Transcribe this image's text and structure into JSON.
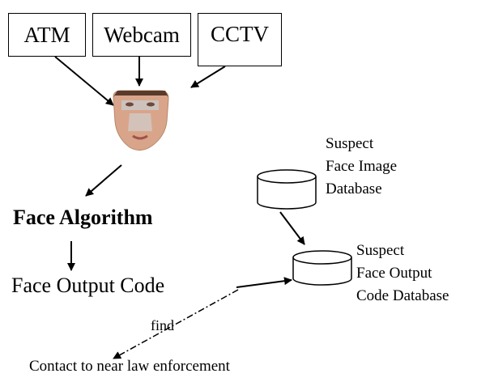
{
  "sources": [
    "ATM",
    "Webcam",
    "CCTV"
  ],
  "algorithm_label": "Face Algorithm",
  "output_code_label": "Face Output Code",
  "suspect_image_db": [
    "Suspect",
    "Face Image",
    "Database"
  ],
  "suspect_code_db": [
    "Suspect",
    "Face Output",
    "Code Database"
  ],
  "find_label": "find",
  "contact_label": "Contact to near law enforcement",
  "colors": {
    "line": "#000000",
    "skin": "#d9a58a",
    "face_overlay": "#c9c9c9"
  }
}
